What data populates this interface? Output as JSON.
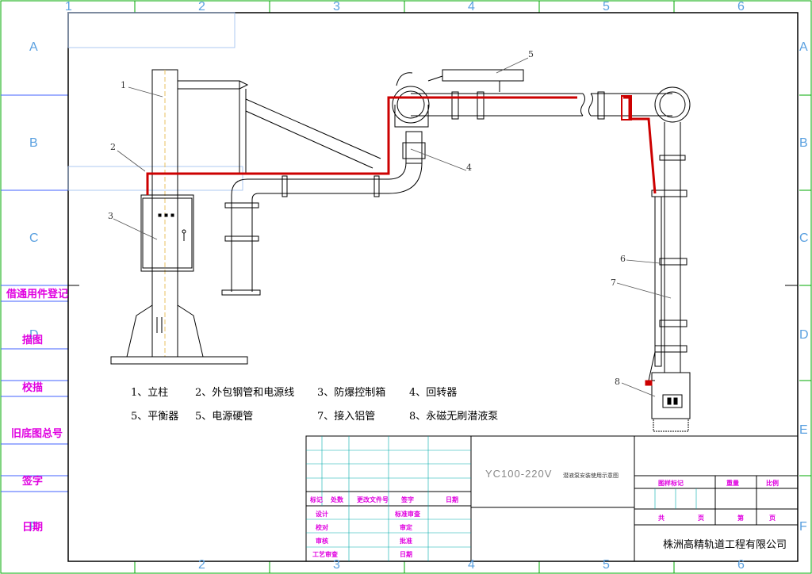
{
  "column_numbers": [
    "1",
    "2",
    "3",
    "4",
    "5",
    "6"
  ],
  "row_letters": [
    "A",
    "B",
    "C",
    "D",
    "E",
    "F"
  ],
  "side_labels": [
    "借通用件登记",
    "描图",
    "校描",
    "旧底图总号",
    "签字",
    "日期"
  ],
  "callouts": [
    "1",
    "2",
    "3",
    "4",
    "5",
    "6",
    "7",
    "8"
  ],
  "legend_items": [
    "1、立柱",
    "2、外包钢管和电源线",
    "3、防爆控制箱",
    "4、回转器",
    "5、平衡器",
    "5、电源硬管",
    "7、接入铝管",
    "8、永磁无刷潜液泵"
  ],
  "title_block": {
    "drawing_number": "YC100-220V",
    "drawing_name": "潜液泵安装使用示意图",
    "rev_headers": [
      "标记",
      "处数",
      "更改文件号",
      "签字",
      "日期"
    ],
    "sign_rows": [
      "设计",
      "校对",
      "审核",
      "工艺审查"
    ],
    "approval_rows": [
      "标准审查",
      "审定",
      "批准",
      "日期"
    ],
    "right_headers": [
      "图样标记",
      "重量",
      "比例"
    ],
    "sheet_labels": [
      "共",
      "页",
      "第",
      "页"
    ],
    "company": "株洲高精轨道工程有限公司"
  },
  "colors": {
    "power_line": "#cc0000",
    "frame": "#000000",
    "grid_label": "#5aa0e0",
    "sidebar_text": "#e000e0",
    "center_line": "#e8c060"
  }
}
